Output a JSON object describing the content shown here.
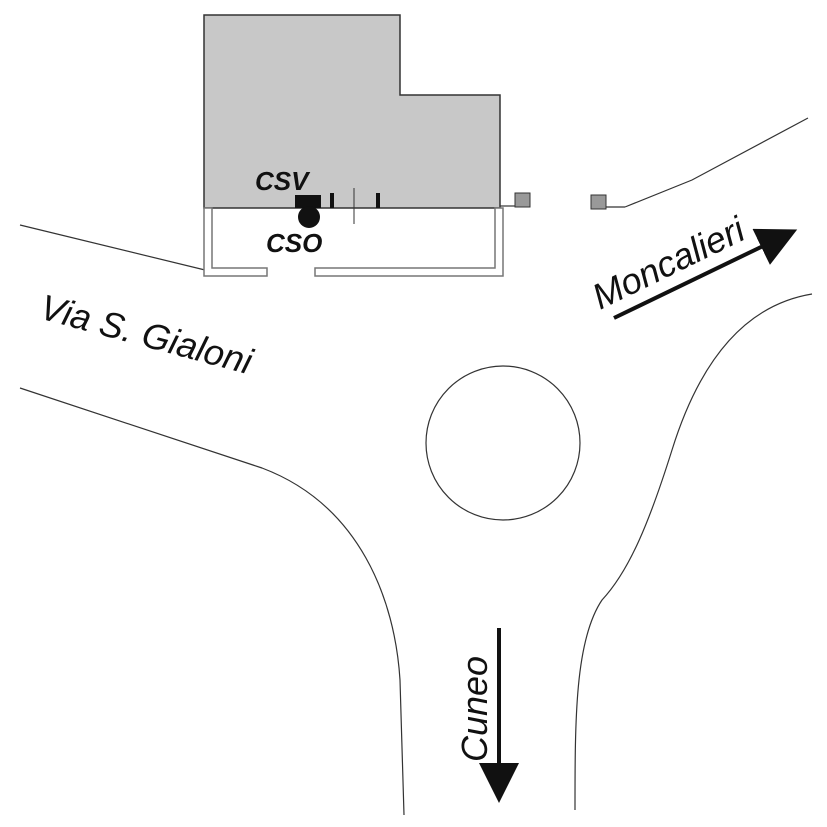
{
  "labels": {
    "road_west": "Via S. Gialoni",
    "direction_east": "Moncalieri",
    "direction_south": "Cuneo",
    "station_csv": "CSV",
    "station_cso": "CSO"
  },
  "colors": {
    "building_fill": "#c8c8c8",
    "outline": "#333333",
    "arrow": "#111111",
    "instrument": "#111111"
  },
  "icons": {
    "csv_marker": "rectangle-marker",
    "cso_marker": "circle-marker",
    "direction_arrow": "arrow-icon"
  }
}
